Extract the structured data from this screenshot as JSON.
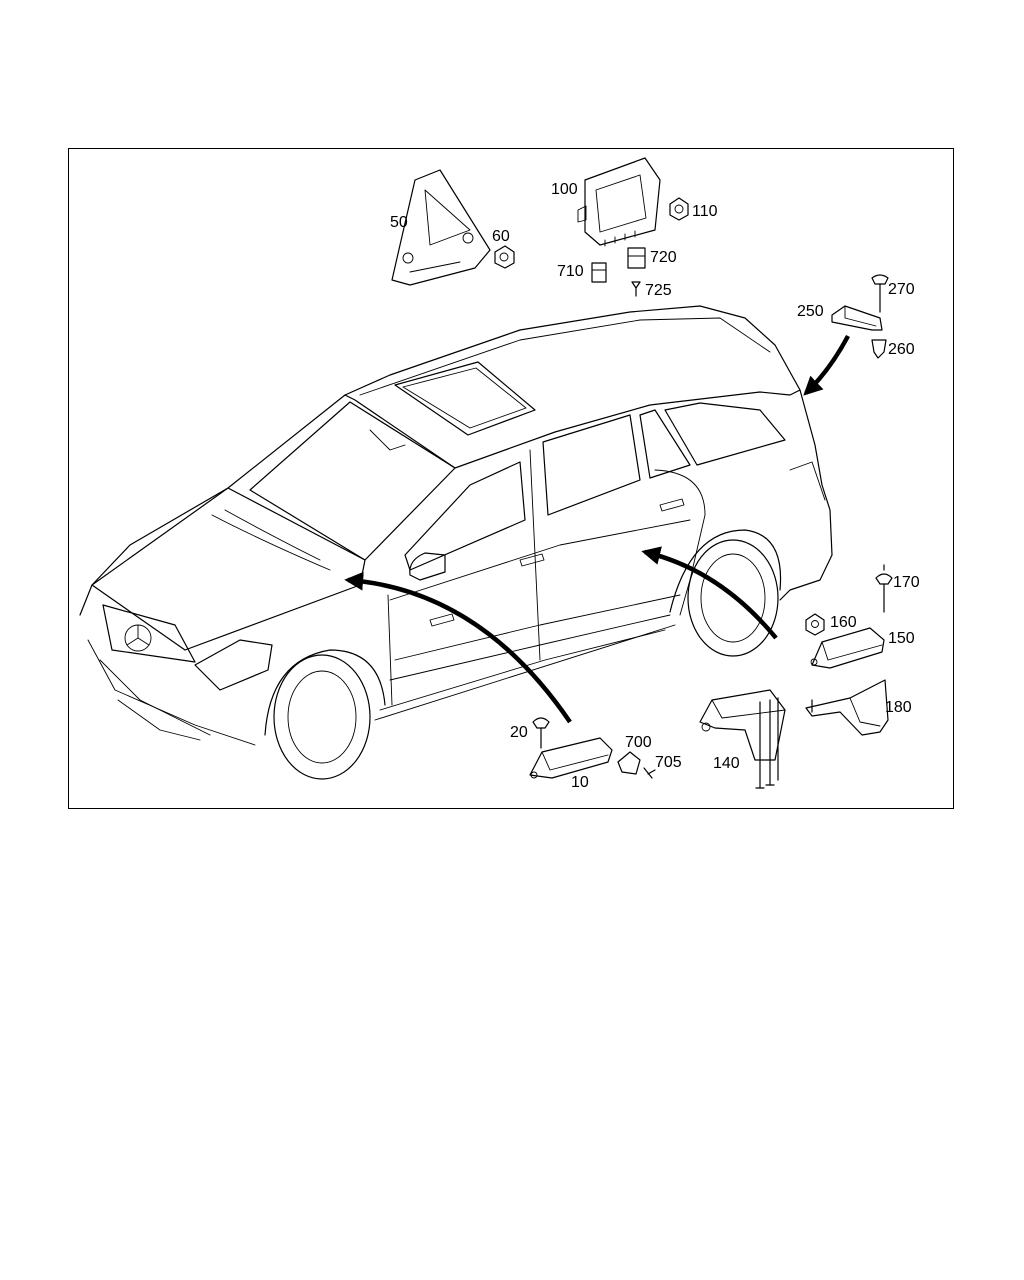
{
  "parts": [
    {
      "id": "p10",
      "label": "10"
    },
    {
      "id": "p20",
      "label": "20"
    },
    {
      "id": "p50",
      "label": "50"
    },
    {
      "id": "p60",
      "label": "60"
    },
    {
      "id": "p100",
      "label": "100"
    },
    {
      "id": "p110",
      "label": "110"
    },
    {
      "id": "p140",
      "label": "140"
    },
    {
      "id": "p150",
      "label": "150"
    },
    {
      "id": "p160",
      "label": "160"
    },
    {
      "id": "p170",
      "label": "170"
    },
    {
      "id": "p180",
      "label": "180"
    },
    {
      "id": "p250",
      "label": "250"
    },
    {
      "id": "p260",
      "label": "260"
    },
    {
      "id": "p270",
      "label": "270"
    },
    {
      "id": "p700",
      "label": "700"
    },
    {
      "id": "p705",
      "label": "705"
    },
    {
      "id": "p710",
      "label": "710"
    },
    {
      "id": "p720",
      "label": "720"
    },
    {
      "id": "p725",
      "label": "725"
    }
  ]
}
